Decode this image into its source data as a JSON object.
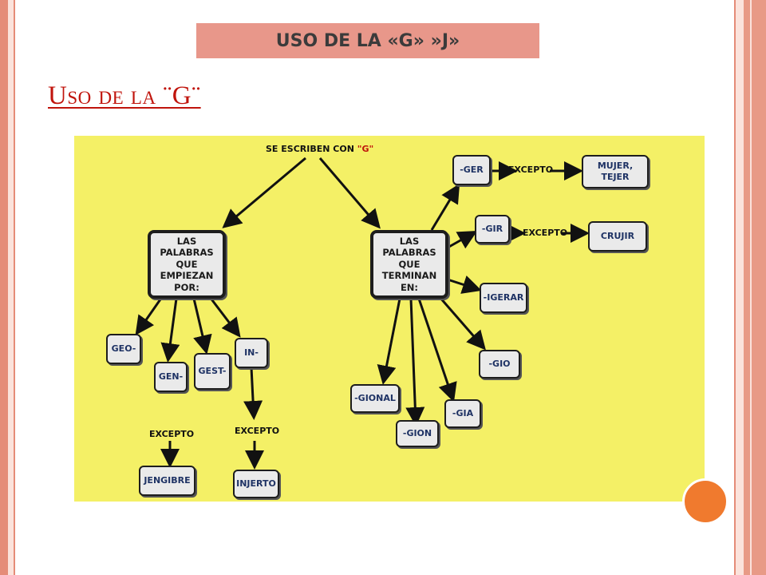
{
  "slide": {
    "title": "USO DE LA «G» »J»",
    "subtitle": "Uso de la ¨G¨"
  },
  "diagram": {
    "root": {
      "prefix": "SE ESCRIBEN  CON ",
      "quoted": "\"G\""
    },
    "left_branch": {
      "label": "LAS PALABRAS\nQUE EMPIEZAN\nPOR:",
      "children": [
        "GEO-",
        "GEN-",
        "GEST-",
        "IN-"
      ],
      "gen_exception": {
        "label": "EXCEPTO",
        "word": "JENGIBRE"
      },
      "in_exception": {
        "label": "EXCEPTO",
        "word": "INJERTO"
      }
    },
    "right_branch": {
      "label": "LAS PALABRAS\nQUE TERMINAN\nEN:",
      "children": [
        "-GER",
        "-GIR",
        "-IGERAR",
        "-GIO",
        "-GIA",
        "-GION",
        "-GIONAL"
      ],
      "ger_exception": {
        "label": "EXCEPTO",
        "words": "MUJER, TEJER"
      },
      "gir_exception": {
        "label": "EXCEPTO",
        "words": "CRUJIR"
      }
    }
  },
  "colors": {
    "diagram_background": "#f4f066",
    "node_fill": "#eaeaea",
    "title_bar": "#e8978a",
    "subtitle": "#c0140c",
    "accent_dot": "#f07a2e"
  }
}
